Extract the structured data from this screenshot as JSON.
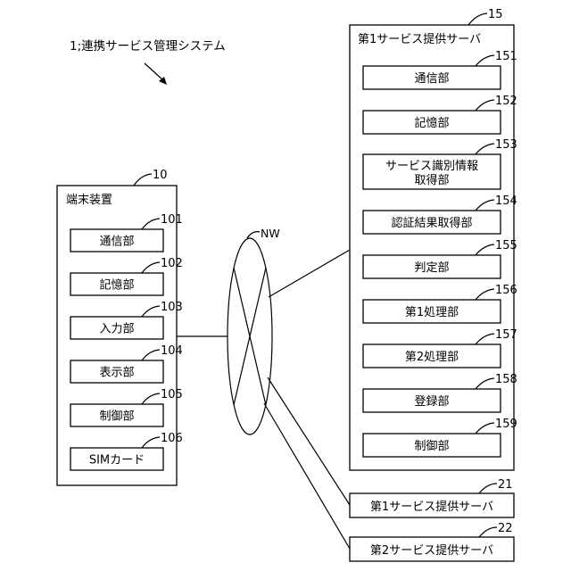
{
  "system_label": "1;連携サービス管理システム",
  "terminal": {
    "ref": "10",
    "title": "端末装置",
    "units": [
      {
        "ref": "101",
        "label": "通信部"
      },
      {
        "ref": "102",
        "label": "記憶部"
      },
      {
        "ref": "103",
        "label": "入力部"
      },
      {
        "ref": "104",
        "label": "表示部"
      },
      {
        "ref": "105",
        "label": "制御部"
      },
      {
        "ref": "106",
        "label": "SIMカード"
      }
    ]
  },
  "network": {
    "ref": "NW"
  },
  "server1": {
    "ref": "15",
    "title": "第1サービス提供サーバ",
    "units": [
      {
        "ref": "151",
        "label": "通信部"
      },
      {
        "ref": "152",
        "label": "記憶部"
      },
      {
        "ref": "153",
        "label": "サービス識別情報",
        "label2": "取得部"
      },
      {
        "ref": "154",
        "label": "認証結果取得部"
      },
      {
        "ref": "155",
        "label": "判定部"
      },
      {
        "ref": "156",
        "label": "第1処理部"
      },
      {
        "ref": "157",
        "label": "第2処理部"
      },
      {
        "ref": "158",
        "label": "登録部"
      },
      {
        "ref": "159",
        "label": "制御部"
      }
    ]
  },
  "server21": {
    "ref": "21",
    "label": "第1サービス提供サーバ"
  },
  "server22": {
    "ref": "22",
    "label": "第2サービス提供サーバ"
  }
}
